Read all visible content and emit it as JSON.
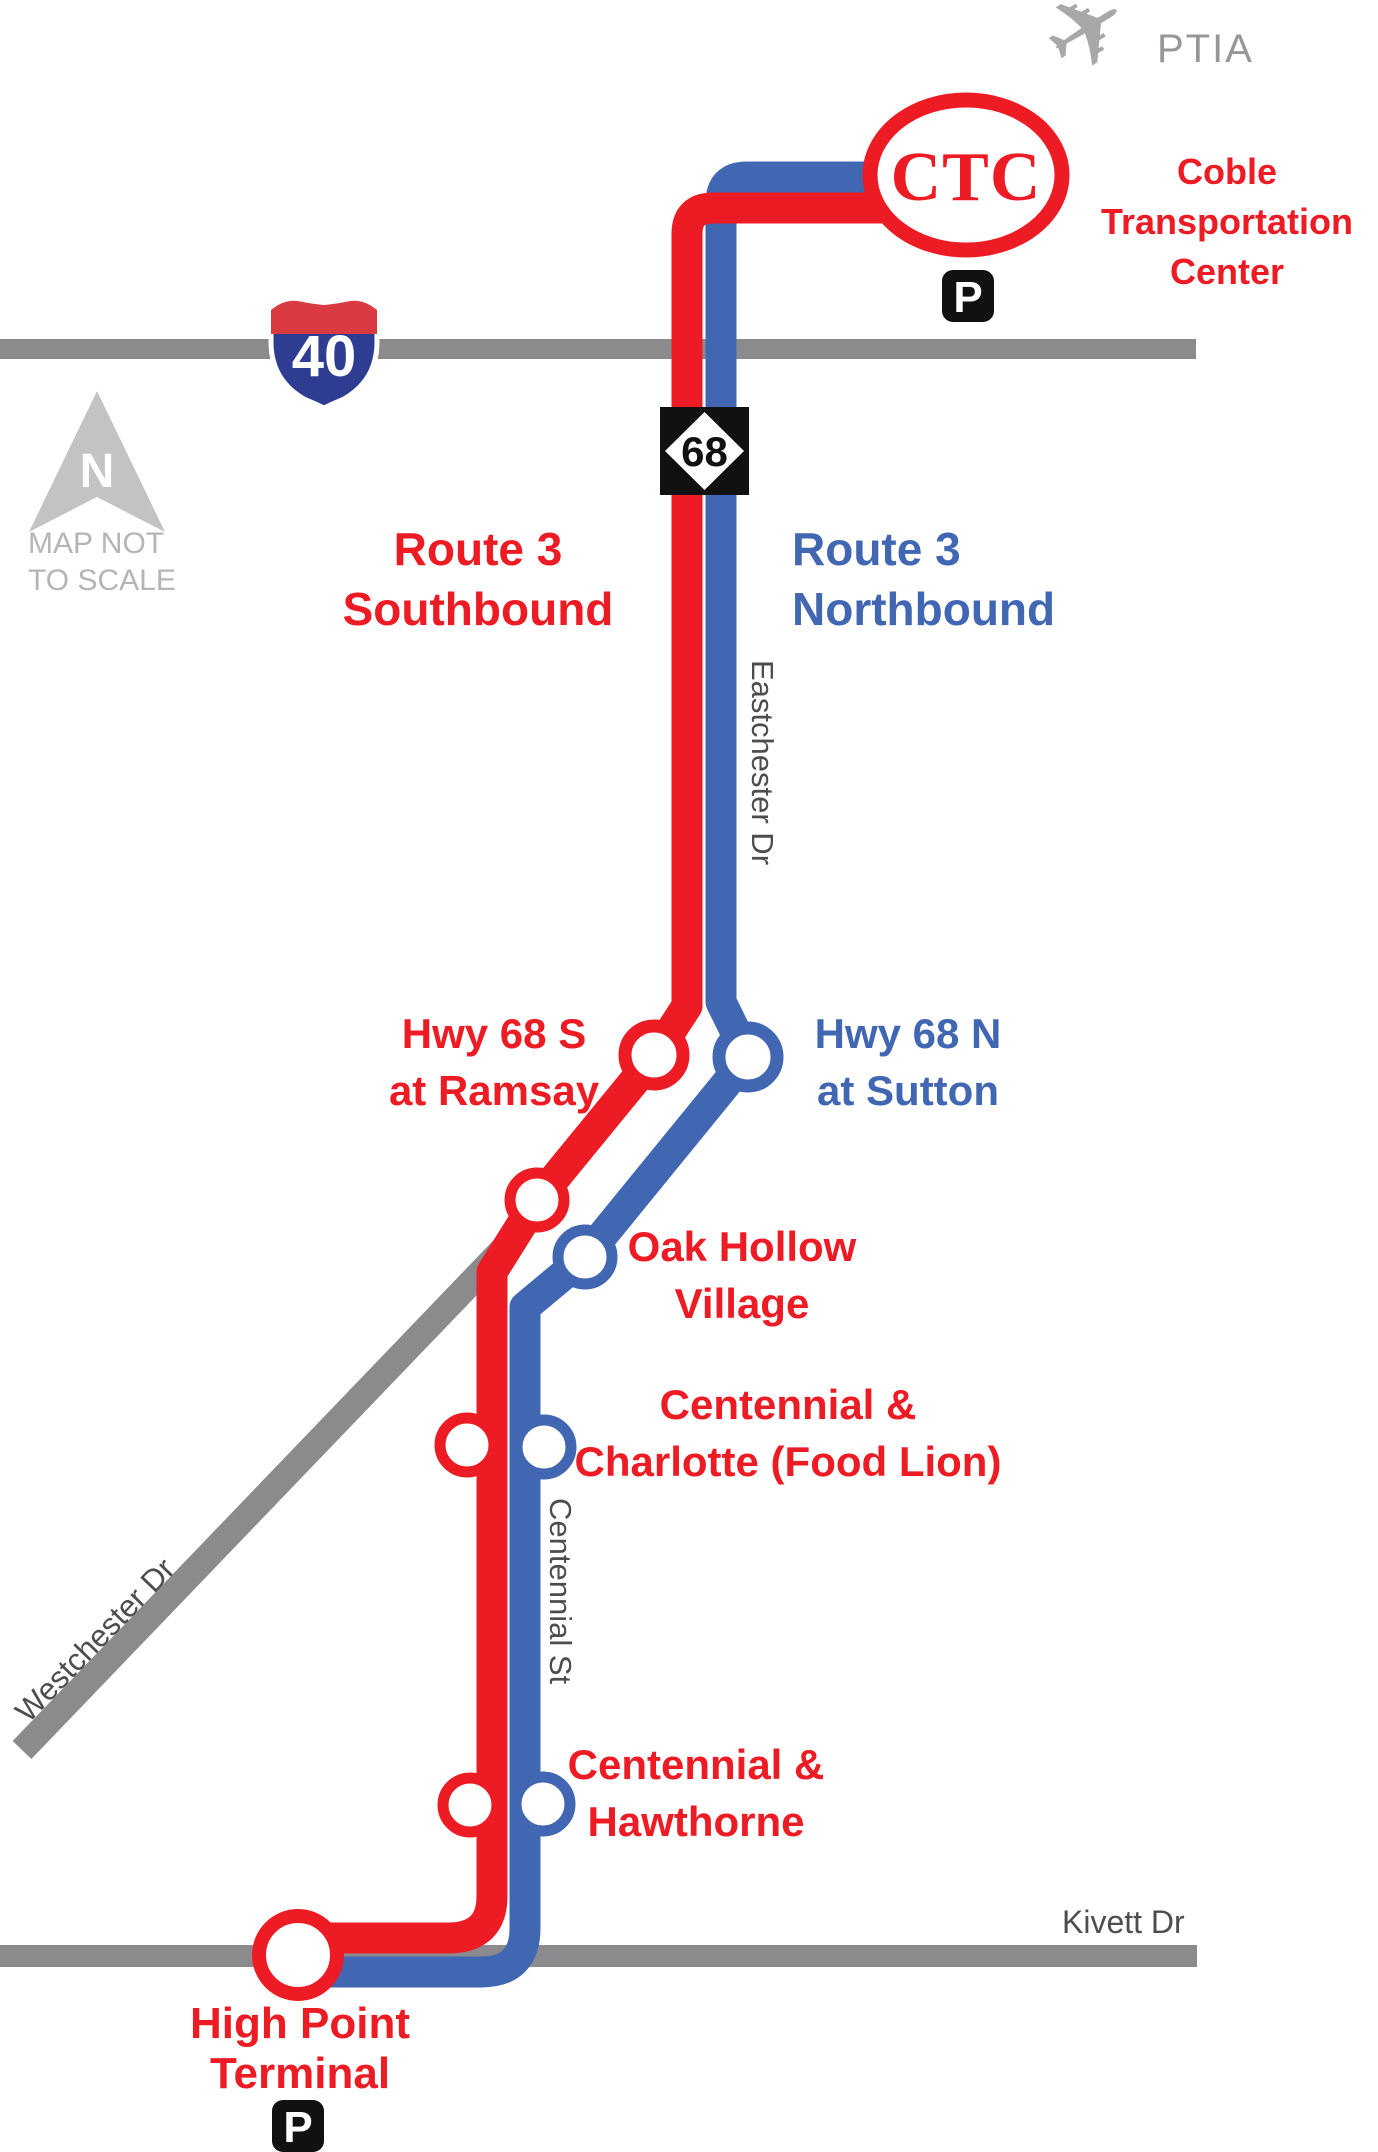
{
  "airport": {
    "code": "PTIA",
    "icon": "✈"
  },
  "legend": {
    "north": "N",
    "not_to_scale_line1": "MAP NOT",
    "not_to_scale_line2": "TO SCALE"
  },
  "shields": {
    "interstate": "40",
    "highway": "68"
  },
  "routes": {
    "southbound": {
      "line1": "Route 3",
      "line2": "Southbound"
    },
    "northbound": {
      "line1": "Route 3",
      "line2": "Northbound"
    }
  },
  "streets": {
    "eastchester": "Eastchester Dr",
    "centennial": "Centennial St",
    "westchester": "Westchester Dr",
    "kivett": "Kivett Dr"
  },
  "stops": {
    "ctc": {
      "abbr": "CTC",
      "line1": "Coble",
      "line2": "Transportation",
      "line3": "Center"
    },
    "ramsay": {
      "line1": "Hwy 68 S",
      "line2": "at Ramsay"
    },
    "sutton": {
      "line1": "Hwy 68 N",
      "line2": "at Sutton"
    },
    "oak_hollow": {
      "line1": "Oak Hollow",
      "line2": "Village"
    },
    "charlotte": {
      "line1": "Centennial &",
      "line2": "Charlotte (Food Lion)"
    },
    "hawthorne": {
      "line1": "Centennial &",
      "line2": "Hawthorne"
    },
    "terminal": {
      "line1": "High Point",
      "line2": "Terminal"
    }
  },
  "icons": {
    "parking": "P"
  },
  "colors": {
    "route_southbound": "#ed1c24",
    "route_northbound": "#4267b2",
    "road_gray": "#8b8b8e",
    "street_label_gray": "#4d4d4f",
    "muted_gray": "#b5b5b8",
    "shield_red": "#d93b40",
    "shield_blue": "#2e3d91"
  }
}
